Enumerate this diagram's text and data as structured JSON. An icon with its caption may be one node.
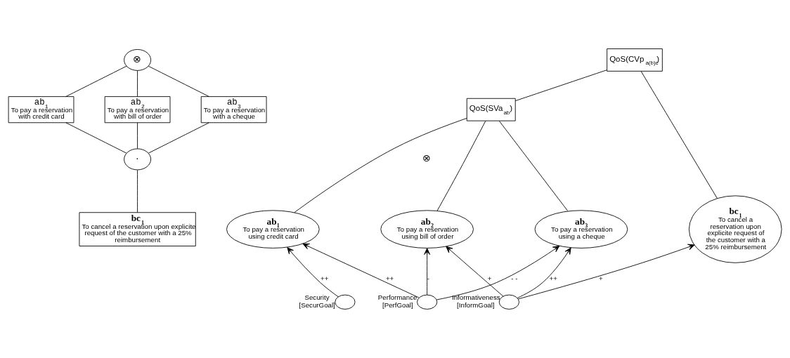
{
  "diagram": {
    "nodes": [
      {
        "text": [
          "⊗"
        ]
      },
      {
        "text": [
          "ab$_{1}$",
          "To pay a reservation with credit card"
        ]
      },
      {
        "text": [
          "ab$_{2}$",
          "To pay a reservation with bill of order"
        ]
      },
      {
        "text": [
          "ab$_{3}$",
          "To pay a reservation with a cheque"
        ]
      },
      {
        "text": [
          "·"
        ]
      },
      {
        "text": [
          "bc$_{1}$",
          "To cancel a reservation upon explicite request of the customer with a 25% reimbursement"
        ]
      },
      {
        "text": [
          "QoS(CVp$_{a(b)c}$)"
        ]
      },
      {
        "text": [
          "QoS(SVa$_{ab}$)"
        ]
      },
      {
        "text": [
          "ab$_{1}$",
          "To pay a reservation using credit card"
        ]
      },
      {
        "text": [
          "ab$_{2}$",
          "To pay a reservation using bill of order"
        ]
      },
      {
        "text": [
          "ab$_{3}$",
          "To pay a reservation using a cheque"
        ]
      },
      {
        "text": [
          "bc$_{1}$",
          "To cancel a reservation upon explicite request of the customer with a 25% reimbursement"
        ]
      },
      {
        "text": [],
        "shape": "circle",
        "beside": [
          "Security [SecurGoal]"
        ]
      },
      {
        "text": [],
        "shape": "circle",
        "beside": [
          "Performance [PerfGoal]"
        ]
      },
      {
        "text": [],
        "shape": "circle",
        "beside": [
          "Informativeness [InformGoal]"
        ]
      }
    ],
    "edges": [
      {
        "from": 0,
        "to": 1,
        "arrow": "none"
      },
      {
        "from": 0,
        "to": 2,
        "arrow": "none"
      },
      {
        "from": 0,
        "to": 3,
        "arrow": "none"
      },
      {
        "from": 1,
        "to": 4,
        "arrow": "none"
      },
      {
        "from": 2,
        "to": 4,
        "arrow": "none"
      },
      {
        "from": 3,
        "to": 4,
        "arrow": "none"
      },
      {
        "from": 4,
        "to": 5,
        "arrow": "none"
      },
      {
        "from": 6,
        "to": 7,
        "arrow": "none"
      },
      {
        "from": 6,
        "to": 11,
        "arrow": "none"
      },
      {
        "from": 7,
        "to": 8,
        "arrow": "none"
      },
      {
        "from": 7,
        "to": 9,
        "arrow": "none"
      },
      {
        "from": 7,
        "to": 10,
        "arrow": "none"
      },
      {
        "from": 12,
        "to": 8,
        "arrow": "to",
        "label": "++"
      },
      {
        "from": 13,
        "to": 8,
        "arrow": "to",
        "label": "++"
      },
      {
        "from": 13,
        "to": 9,
        "arrow": "to",
        "label": "-"
      },
      {
        "from": 13,
        "to": 10,
        "arrow": "to",
        "label": "- -"
      },
      {
        "from": 14,
        "to": 9,
        "arrow": "to",
        "label": "+"
      },
      {
        "from": 14,
        "to": 10,
        "arrow": "to",
        "label": "++"
      },
      {
        "from": 14,
        "to": 11,
        "arrow": "to",
        "label": "+"
      }
    ],
    "labels": [
      "⊗"
    ]
  }
}
